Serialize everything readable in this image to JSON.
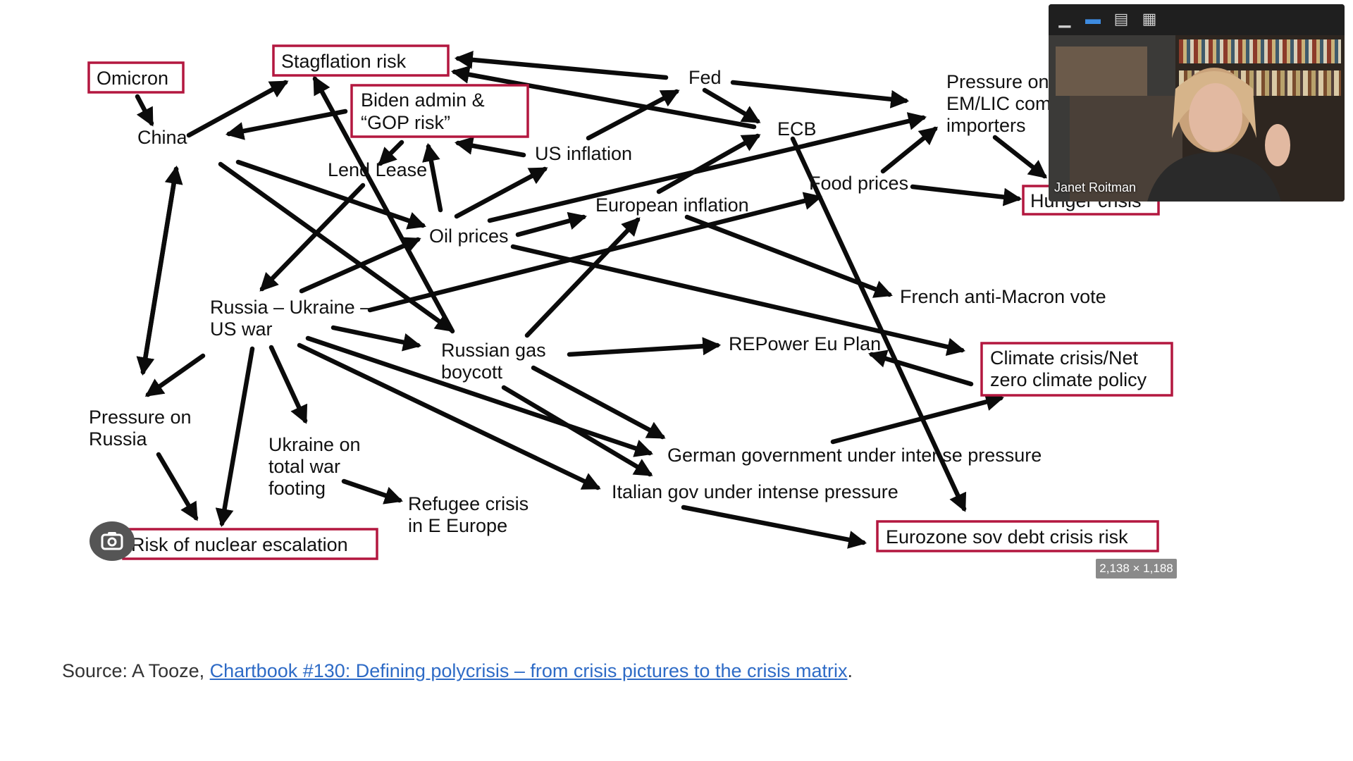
{
  "nodes": {
    "omicron": "Omicron",
    "stagflation": "Stagflation risk",
    "biden": [
      "Biden admin &",
      "“GOP risk”"
    ],
    "fed": "Fed",
    "pressure_em": [
      "Pressure on",
      "EM/LIC comm",
      "importers"
    ],
    "china": "China",
    "lend_lease": "Lend Lease",
    "us_inflation": "US inflation",
    "ecb": "ECB",
    "food_prices": "Food prices",
    "hunger": "Hunger crisis",
    "european_inflation": "European inflation",
    "oil_prices": "Oil prices",
    "french_vote": "French anti-Macron vote",
    "russia_war": [
      "Russia – Ukraine –",
      "US war"
    ],
    "russian_gas": [
      "Russian gas",
      "boycott"
    ],
    "repower": "REPower Eu Plan",
    "climate": [
      "Climate crisis/Net",
      "zero climate policy"
    ],
    "pressure_russia": [
      "Pressure on",
      "Russia"
    ],
    "ukraine_total": [
      "Ukraine on",
      "total war",
      "footing"
    ],
    "german_gov": "German government under intense pressure",
    "refugee": [
      "Refugee crisis",
      "in E Europe"
    ],
    "italian_gov": "Italian gov under intense pressure",
    "nuclear": "Risk of nuclear escalation",
    "eurozone": "Eurozone sov debt crisis risk"
  },
  "source": {
    "prefix": "Source: A Tooze, ",
    "link_text": "Chartbook #130: Defining polycrisis – from crisis pictures to the crisis matrix",
    "suffix": "."
  },
  "image_size_badge": "2,138 × 1,188",
  "video": {
    "participant_name": "Janet Roitman"
  },
  "colors": {
    "box_border": "#b3173f",
    "arrow": "#0b0b0b",
    "link": "#2e6bc6"
  }
}
